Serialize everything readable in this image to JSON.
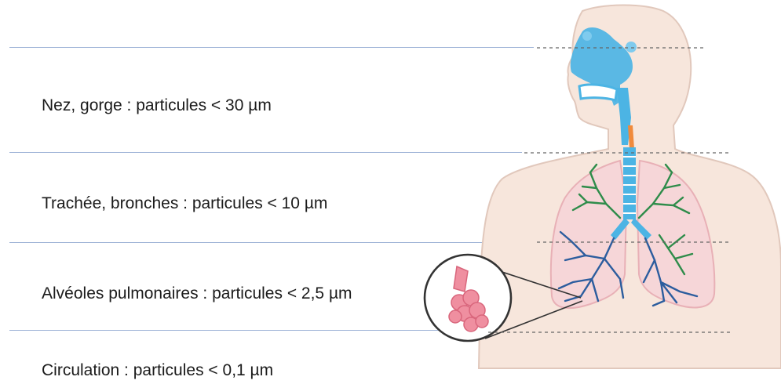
{
  "levels": [
    {
      "label": "Nez, gorge : particules < 30 µm"
    },
    {
      "label": "Trachée, bronches : particules < 10 µm"
    },
    {
      "label": "Alvéoles pulmonaires : particules < 2,5 µm"
    },
    {
      "label": "Circulation : particules < 0,1 µm"
    }
  ],
  "colors": {
    "divider": "#9db2d6",
    "airway": "#4cb4e4",
    "skin": "#f7e6dc",
    "lung": "#f6d6d8",
    "bronchi_upper": "#2e8c4a",
    "bronchi_lower": "#2c5d9e",
    "alveoli": "#ef8fa0"
  },
  "icons": {
    "figure": "human-respiratory-system-icon",
    "zoom": "alveoli-zoom-icon"
  }
}
